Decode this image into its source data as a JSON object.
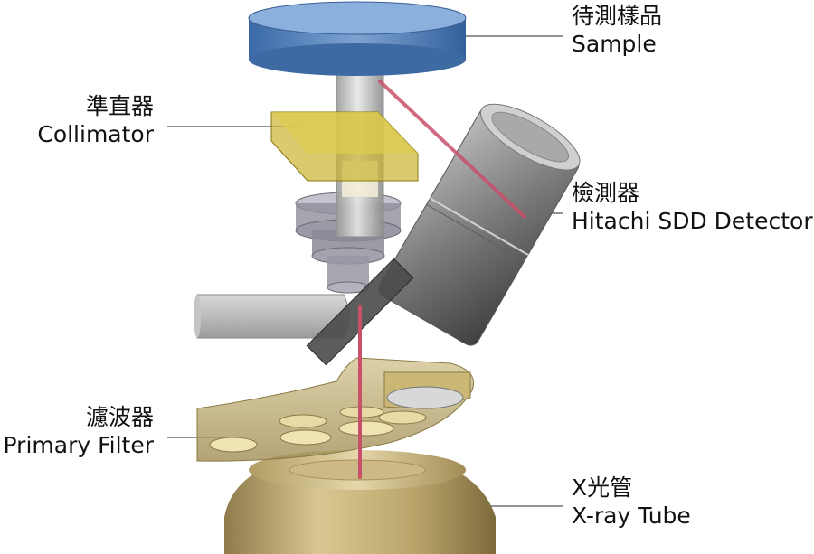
{
  "labels": {
    "sample": {
      "zh": "待測樣品",
      "en": "Sample"
    },
    "collimator": {
      "zh": "準直器",
      "en": "Collimator"
    },
    "detector": {
      "zh": "檢測器",
      "en": "Hitachi SDD Detector"
    },
    "primary_filter": {
      "zh": "濾波器",
      "en": "Primary Filter"
    },
    "xray_tube": {
      "zh": "X光管",
      "en": "X-ray Tube"
    }
  },
  "colors": {
    "sample": "#4f7fb9",
    "collimator": "#c9b530",
    "detector": "#8a8a8a",
    "filter": "#b9a56a",
    "tube": "#c8b27a",
    "beam": "#c8506a",
    "leader_line": "#555555"
  },
  "icons": {
    "sample": "disc-icon",
    "collimator": "slab-icon",
    "detector": "cylinder-icon",
    "filter": "filter-wheel-icon",
    "tube": "tube-icon"
  }
}
